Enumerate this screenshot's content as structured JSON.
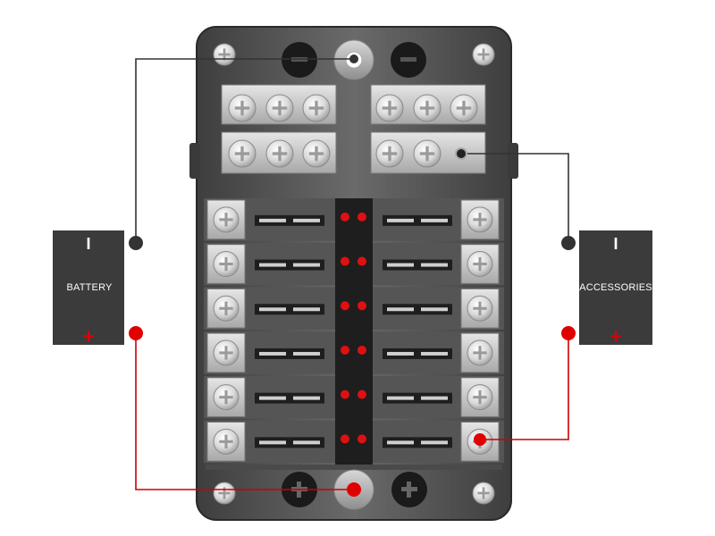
{
  "battery": {
    "label": "BATTERY",
    "negative_symbol": "I",
    "positive_symbol": "+"
  },
  "accessories": {
    "label": "ACCESSORIES",
    "negative_symbol": "I",
    "positive_symbol": "+"
  },
  "fuse_block": {
    "fuse_rows": 6,
    "fuses_per_row": 2
  },
  "colors": {
    "negative_wire": "#333333",
    "positive_wire": "#cc0000",
    "box_fill": "#3b3b3b",
    "block_body": "#5a5a5a",
    "led": "#e01010"
  }
}
